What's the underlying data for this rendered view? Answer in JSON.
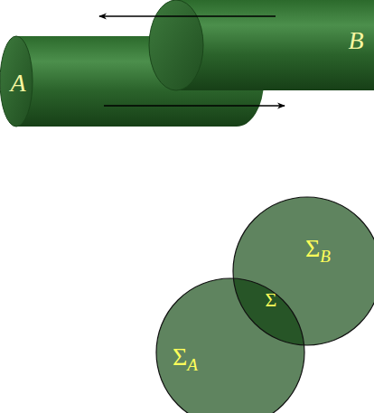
{
  "diagram": {
    "nodes": [
      {
        "text": [
          "A"
        ]
      },
      {
        "text": [
          "B"
        ]
      },
      {
        "text": [
          "ΣA"
        ]
      },
      {
        "text": [
          "ΣB"
        ]
      },
      {
        "text": [
          "Σ"
        ]
      }
    ]
  }
}
